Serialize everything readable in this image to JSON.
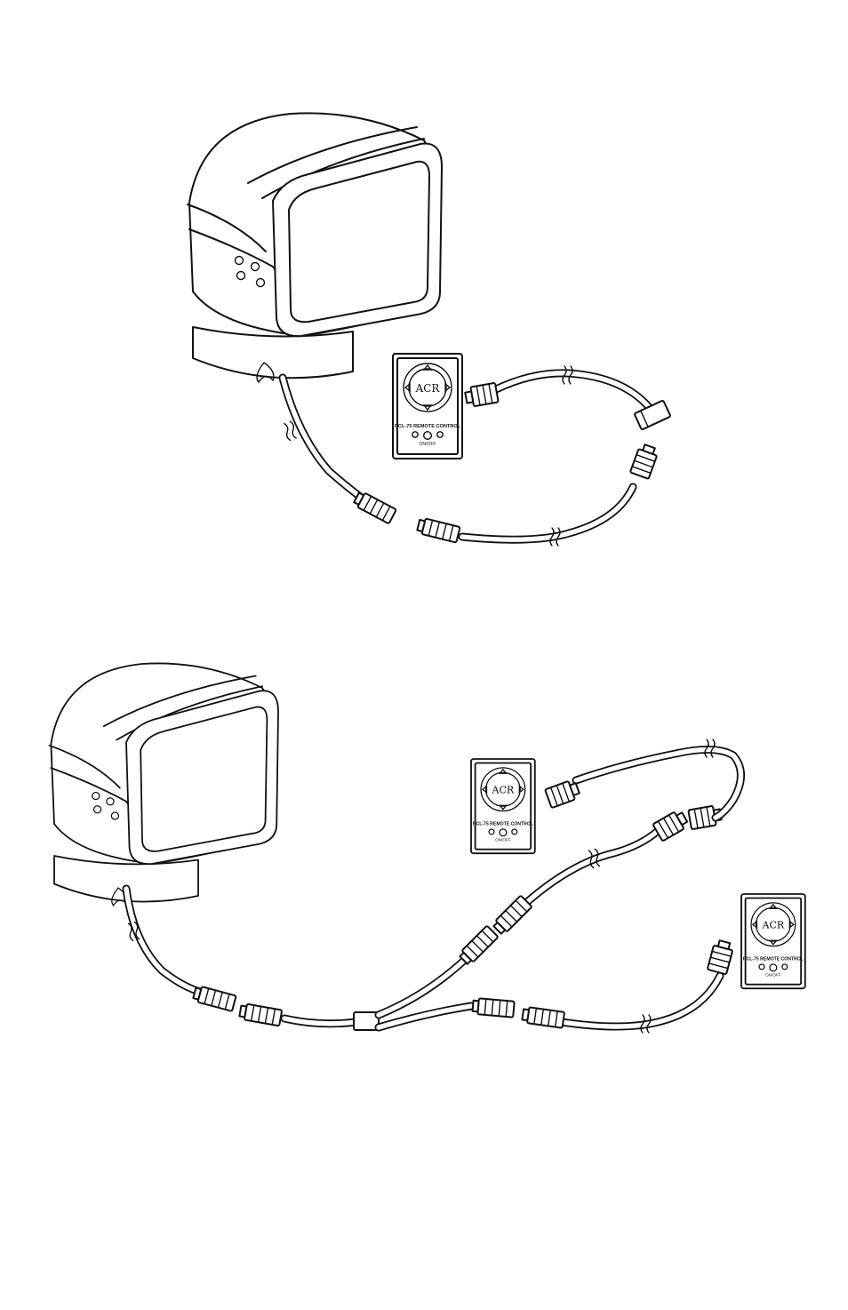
{
  "remote_panel": {
    "brand": "ACR",
    "model_label": "RCL-75 REMOTE CONTROL",
    "switch_label": "ON/OFF"
  }
}
